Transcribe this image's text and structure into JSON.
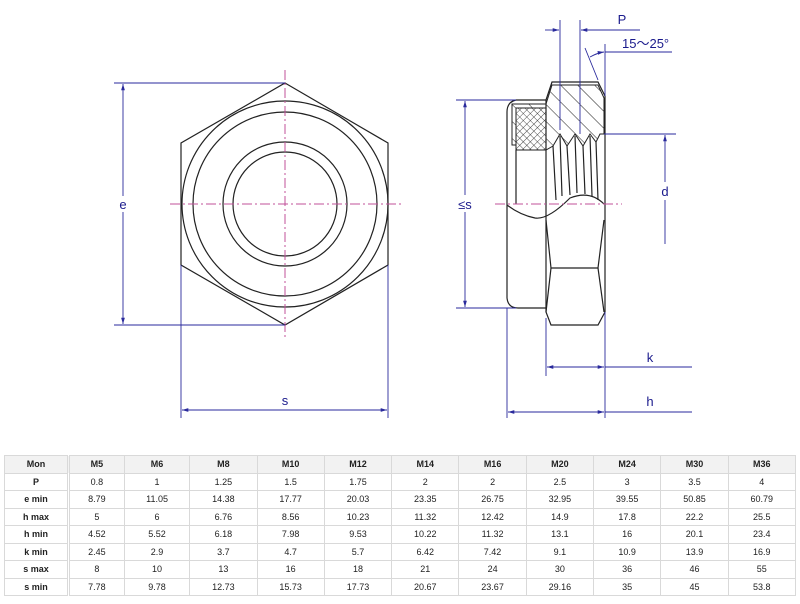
{
  "drawing": {
    "labels": {
      "e": "e",
      "s_front": "s",
      "s_side": "≤s",
      "d": "d",
      "k": "k",
      "h": "h",
      "P": "P",
      "angle": "15～25°"
    },
    "colors": {
      "dimension": "#2a2a9c",
      "centerline": "#c0509a",
      "outline": "#222222"
    }
  },
  "table": {
    "headers": [
      "Mon",
      "M5",
      "M6",
      "M8",
      "M10",
      "M12",
      "M14",
      "M16",
      "M20",
      "M24",
      "M30",
      "M36"
    ],
    "rows": [
      [
        "P",
        "0.8",
        "1",
        "1.25",
        "1.5",
        "1.75",
        "2",
        "2",
        "2.5",
        "3",
        "3.5",
        "4"
      ],
      [
        "e min",
        "8.79",
        "11.05",
        "14.38",
        "17.77",
        "20.03",
        "23.35",
        "26.75",
        "32.95",
        "39.55",
        "50.85",
        "60.79"
      ],
      [
        "h max",
        "5",
        "6",
        "6.76",
        "8.56",
        "10.23",
        "11.32",
        "12.42",
        "14.9",
        "17.8",
        "22.2",
        "25.5"
      ],
      [
        "h min",
        "4.52",
        "5.52",
        "6.18",
        "7.98",
        "9.53",
        "10.22",
        "11.32",
        "13.1",
        "16",
        "20.1",
        "23.4"
      ],
      [
        "k min",
        "2.45",
        "2.9",
        "3.7",
        "4.7",
        "5.7",
        "6.42",
        "7.42",
        "9.1",
        "10.9",
        "13.9",
        "16.9"
      ],
      [
        "s max",
        "8",
        "10",
        "13",
        "16",
        "18",
        "21",
        "24",
        "30",
        "36",
        "46",
        "55"
      ],
      [
        "s min",
        "7.78",
        "9.78",
        "12.73",
        "15.73",
        "17.73",
        "20.67",
        "23.67",
        "29.16",
        "35",
        "45",
        "53.8"
      ]
    ]
  }
}
